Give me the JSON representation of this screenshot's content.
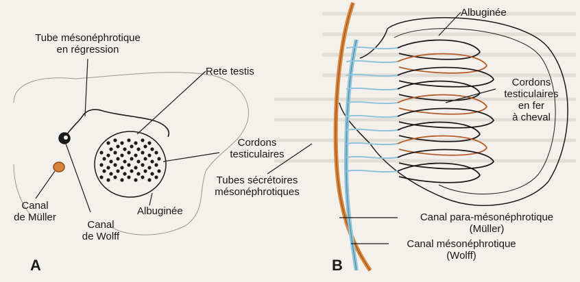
{
  "panel_a": {
    "letter": "A",
    "labels": {
      "tube_regression": "Tube mésonéphrotique\nen régression",
      "rete_testis": "Rete testis",
      "cordons": "Cordons\ntesticulaires",
      "tubes_secretoires": "Tubes sécrétoires\nmésonéphrotiques",
      "canal_muller": "Canal\nde Müller",
      "canal_wolff": "Canal\nde Wolff",
      "albuginee": "Albuginée"
    }
  },
  "panel_b": {
    "letter": "B",
    "labels": {
      "albuginee": "Albuginée",
      "cordons_fer": "Cordons\ntesticulaires\nen fer\nà cheval",
      "para_meso": "Canal para-mésonéphrotique\n(Müller)",
      "meso": "Canal mésonéphrotique\n(Wolff)"
    }
  },
  "colors": {
    "background": "#f4f1ec",
    "muller_duct": "#d9843a",
    "wolff_duct": "#8fc4dc",
    "outline": "#1a1a1a",
    "faint_text": "#c9c4bd"
  }
}
